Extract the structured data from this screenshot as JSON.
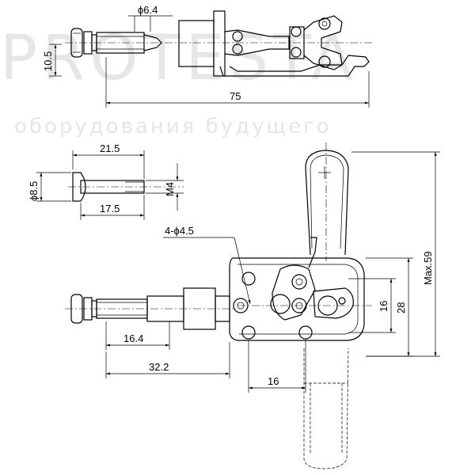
{
  "watermark": {
    "line1": "оборудования будущего"
  },
  "top_view": {
    "dims": {
      "pin_dia": "ϕ6.4",
      "height": "10.5",
      "length": "75"
    }
  },
  "spindle_view": {
    "dims": {
      "overall": "21.5",
      "head_dia": "ϕ8.5",
      "thread": "M4",
      "shank": "17.5"
    }
  },
  "front_view": {
    "dims": {
      "holes": "4-ϕ4.5",
      "plunger": "16.4",
      "reach": "32.2",
      "hole_spacing_h": "16",
      "hole_spacing_v": "16",
      "base_height": "28",
      "max_height": "Max.59"
    }
  }
}
